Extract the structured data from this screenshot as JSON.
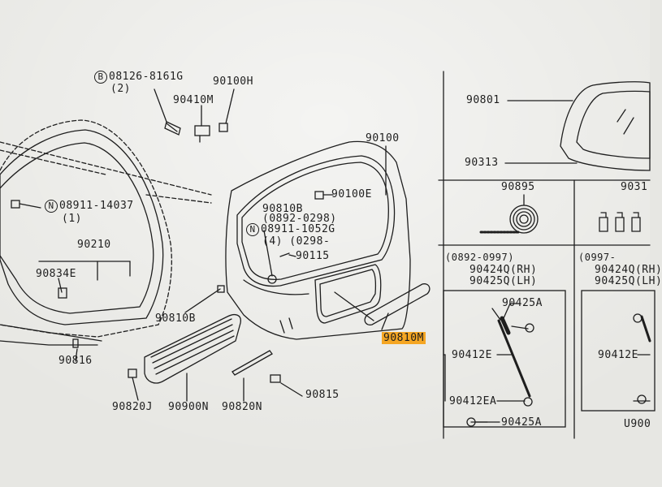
{
  "colors": {
    "background": "#e7e7e3",
    "ink": "#1e1e1e",
    "highlight": "#f5a623"
  },
  "labels": {
    "p08126": "08126-8161G",
    "p08126_qty": "(2)",
    "p08126_marker": "B",
    "p90100H": "90100H",
    "p90410M": "90410M",
    "p08911_14037": "08911-14037",
    "p08911_14037_qty": "(1)",
    "p08911_14037_marker": "N",
    "p90210": "90210",
    "p90834E": "90834E",
    "p90816": "90816",
    "p90810B_left": "90810B",
    "p90100": "90100",
    "p90100E": "90100E",
    "p90810B_top": "90810B",
    "p90810B_date": "(0892-0298)",
    "p08911_1052G": "08911-1052G",
    "p08911_1052G_marker": "N",
    "p08911_1052G_qty": "(4) (0298-",
    "p90115": "90115",
    "p90810M": "90810M",
    "p90815": "90815",
    "p90820J": "90820J",
    "p90900N": "90900N",
    "p90820N": "90820N",
    "p90801": "90801",
    "p90313": "90313",
    "p90895": "90895",
    "p9031_cut": "9031",
    "box1_date": "(0892-0997)",
    "box1_rh": "90424Q(RH)",
    "box1_lh": "90425Q(LH)",
    "box1_90425A_top": "90425A",
    "box1_90412E": "90412E",
    "box1_90412EA": "90412EA",
    "box1_90425A_bottom": "90425A",
    "box2_date": "(0997-",
    "box2_rh": "90424Q(RH)",
    "box2_lh": "90425Q(LH)",
    "box2_90412E": "90412E",
    "box2_footer": "U900"
  }
}
